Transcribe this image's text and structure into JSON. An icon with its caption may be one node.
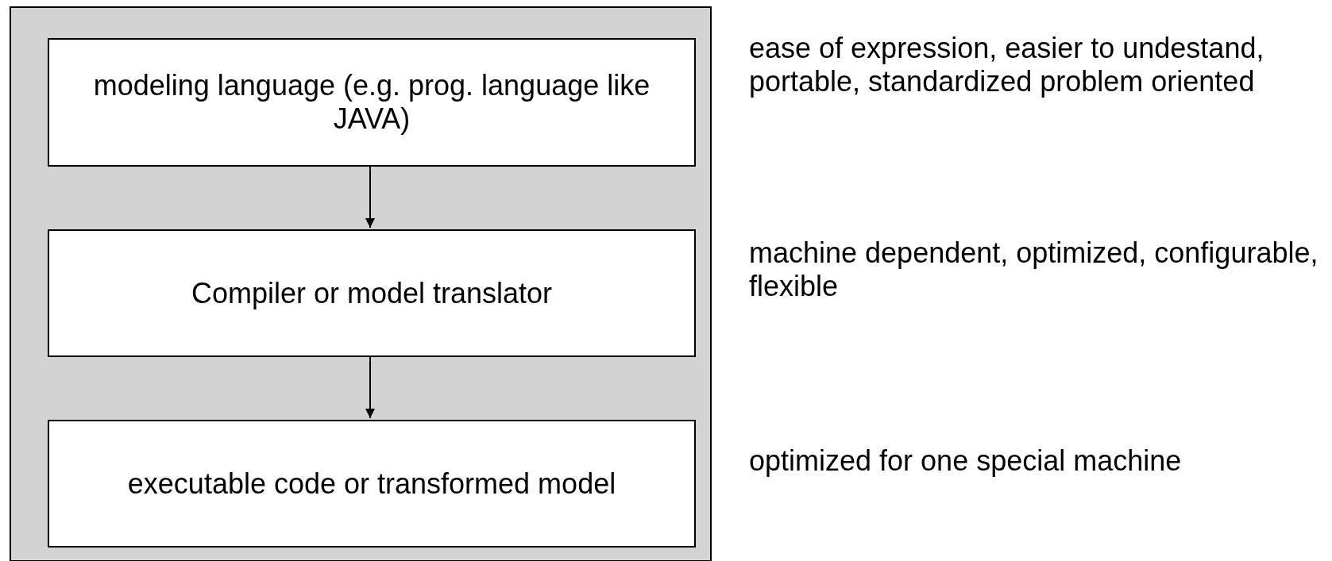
{
  "diagram": {
    "nodes": [
      {
        "text": [],
        "shape": "box"
      },
      {
        "text": [
          "modeling language (e.g. prog. language like JAVA)"
        ],
        "in": 0,
        "beside": [
          "ease of expression, easier to undestand, portable, standardized problem oriented"
        ]
      },
      {
        "text": [
          "Compiler or model translator"
        ],
        "in": 0,
        "beside": [
          "machine dependent, optimized, configurable, flexible"
        ]
      },
      {
        "text": [
          "executable code or transformed model"
        ],
        "in": 0,
        "beside": [
          "optimized for one special machine"
        ]
      }
    ],
    "edges": [
      {
        "from": 1,
        "to": 2,
        "arrow": "to"
      },
      {
        "from": 2,
        "to": 3,
        "arrow": "to"
      }
    ]
  }
}
